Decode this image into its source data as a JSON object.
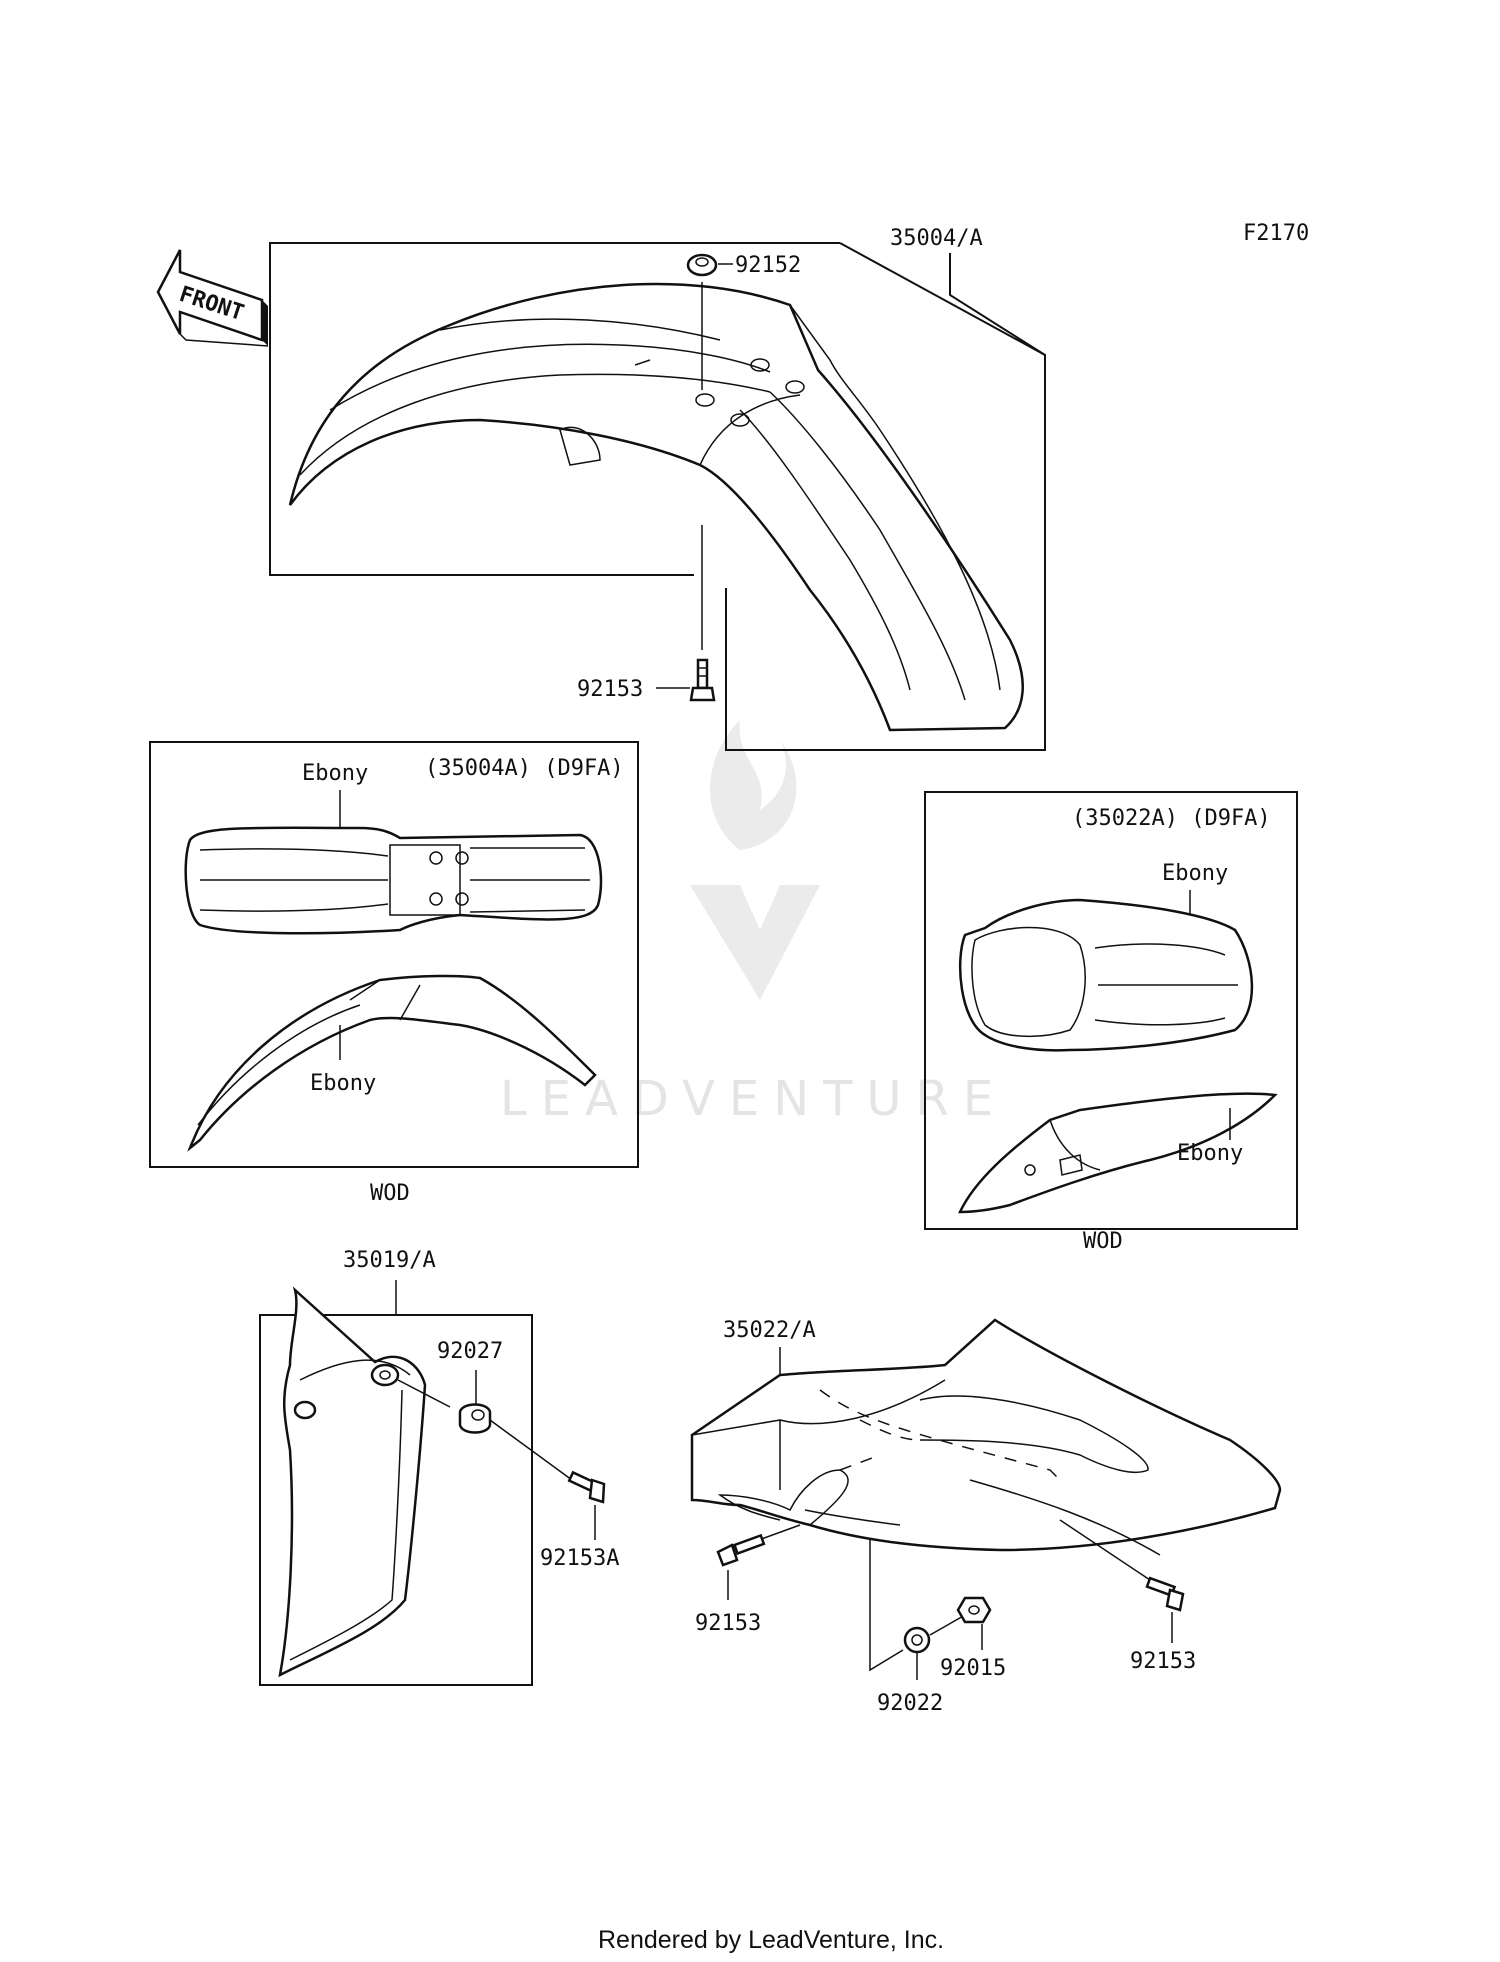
{
  "figure_code": "F2170",
  "front_label": "FRONT",
  "watermark": "LEADVENTURE",
  "footer": "Rendered by LeadVenture, Inc.",
  "parts": {
    "front_fender": "35004/A",
    "front_fender_washer": "92152",
    "front_fender_bolt": "92153",
    "number_plate": "35019/A",
    "number_plate_grommet": "92027",
    "number_plate_bolt": "92153A",
    "rear_fender": "35022/A",
    "rear_fender_bolt_left": "92153",
    "rear_fender_bolt_right": "92153",
    "rear_fender_washer": "92022",
    "rear_fender_nut": "92015"
  },
  "inset_front": {
    "ref": "(35004A) (D9FA)",
    "color_top": "Ebony",
    "color_side": "Ebony",
    "region": "WOD"
  },
  "inset_rear": {
    "ref": "(35022A) (D9FA)",
    "color_top": "Ebony",
    "color_side": "Ebony",
    "region": "WOD"
  }
}
